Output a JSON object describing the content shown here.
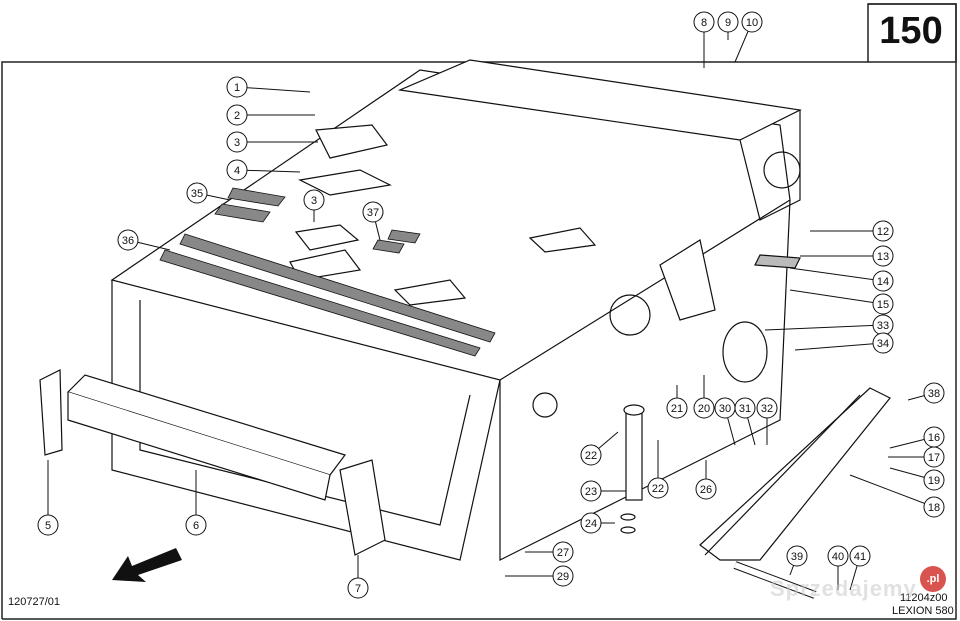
{
  "page_number": "150",
  "drawing_ref_left": "120727/01",
  "drawing_ref_right": "11204z00",
  "model": "LEXION 580",
  "watermark": {
    "text": "Sprzedajemy",
    "badge": ".pl"
  },
  "direction_arrow": "travel-direction-arrow",
  "callouts": [
    {
      "id": "1",
      "label": "1"
    },
    {
      "id": "2",
      "label": "2"
    },
    {
      "id": "3a",
      "label": "3"
    },
    {
      "id": "3b",
      "label": "3"
    },
    {
      "id": "4",
      "label": "4"
    },
    {
      "id": "5",
      "label": "5"
    },
    {
      "id": "6",
      "label": "6"
    },
    {
      "id": "7",
      "label": "7"
    },
    {
      "id": "8",
      "label": "8"
    },
    {
      "id": "9",
      "label": "9"
    },
    {
      "id": "10",
      "label": "10"
    },
    {
      "id": "12",
      "label": "12"
    },
    {
      "id": "13",
      "label": "13"
    },
    {
      "id": "14",
      "label": "14"
    },
    {
      "id": "15",
      "label": "15"
    },
    {
      "id": "16",
      "label": "16"
    },
    {
      "id": "17",
      "label": "17"
    },
    {
      "id": "18",
      "label": "18"
    },
    {
      "id": "19",
      "label": "19"
    },
    {
      "id": "20",
      "label": "20"
    },
    {
      "id": "21",
      "label": "21"
    },
    {
      "id": "22a",
      "label": "22"
    },
    {
      "id": "22b",
      "label": "22"
    },
    {
      "id": "23",
      "label": "23"
    },
    {
      "id": "24",
      "label": "24"
    },
    {
      "id": "26",
      "label": "26"
    },
    {
      "id": "27",
      "label": "27"
    },
    {
      "id": "29",
      "label": "29"
    },
    {
      "id": "30",
      "label": "30"
    },
    {
      "id": "31",
      "label": "31"
    },
    {
      "id": "32",
      "label": "32"
    },
    {
      "id": "33",
      "label": "33"
    },
    {
      "id": "34",
      "label": "34"
    },
    {
      "id": "35",
      "label": "35"
    },
    {
      "id": "36",
      "label": "36"
    },
    {
      "id": "37",
      "label": "37"
    },
    {
      "id": "38",
      "label": "38"
    },
    {
      "id": "39",
      "label": "39"
    },
    {
      "id": "40",
      "label": "40"
    },
    {
      "id": "41",
      "label": "41"
    }
  ]
}
